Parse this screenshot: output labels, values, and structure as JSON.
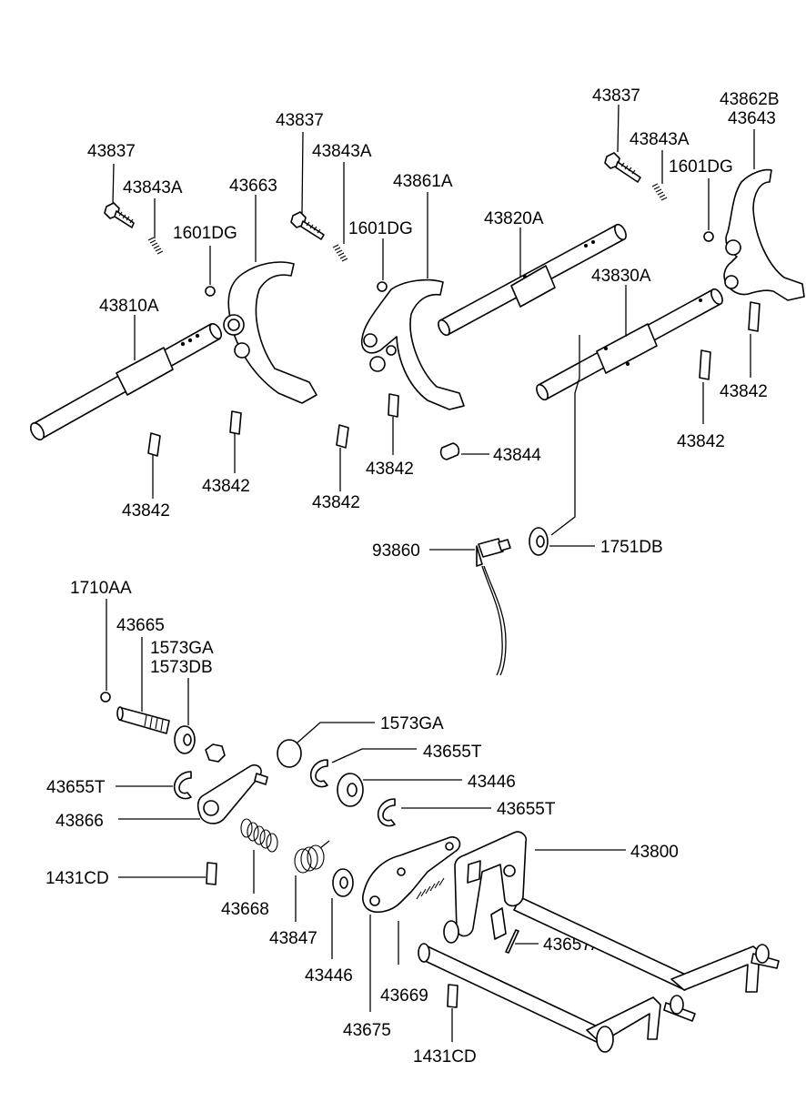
{
  "labels": {
    "top_left_bolt": "43837",
    "top_left_spring": "43843A",
    "top_left_ball": "1601DG",
    "fork_43663": "43663",
    "rail_43810A": "43810A",
    "pin_a": "43842",
    "pin_b": "43842",
    "pin_c": "43842",
    "mid_bolt": "43837",
    "mid_spring": "43843A",
    "mid_ball": "1601DG",
    "fork_43861A": "43861A",
    "pin_d": "43842",
    "interlock_pin": "43844",
    "rail_43820A": "43820A",
    "rail_43830A": "43830A",
    "right_bolt": "43837",
    "right_spring": "43843A",
    "right_ball": "1601DG",
    "fork_43862B": "43862B",
    "fork_43643": "43643",
    "pin_e": "43842",
    "pin_f": "43842",
    "switch": "93860",
    "gasket": "1751DB",
    "ball_1710AA": "1710AA",
    "shaft_43665": "43665",
    "washer_1573GA_a": "1573GA",
    "washer_1573DB": "1573DB",
    "washer_1573GA_b": "1573GA",
    "clip_a": "43655T",
    "washer_43446_a": "43446",
    "clip_b": "43655T",
    "clip_c": "43655T",
    "lever_43866": "43866",
    "pin_1431CD_a": "1431CD",
    "spring_43668": "43668",
    "spring_43847": "43847",
    "washer_43446_b": "43446",
    "plate_43675": "43675",
    "spring_43669": "43669",
    "pin_43657A": "43657A",
    "assembly_43800": "43800",
    "pin_1431CD_b": "1431CD"
  }
}
